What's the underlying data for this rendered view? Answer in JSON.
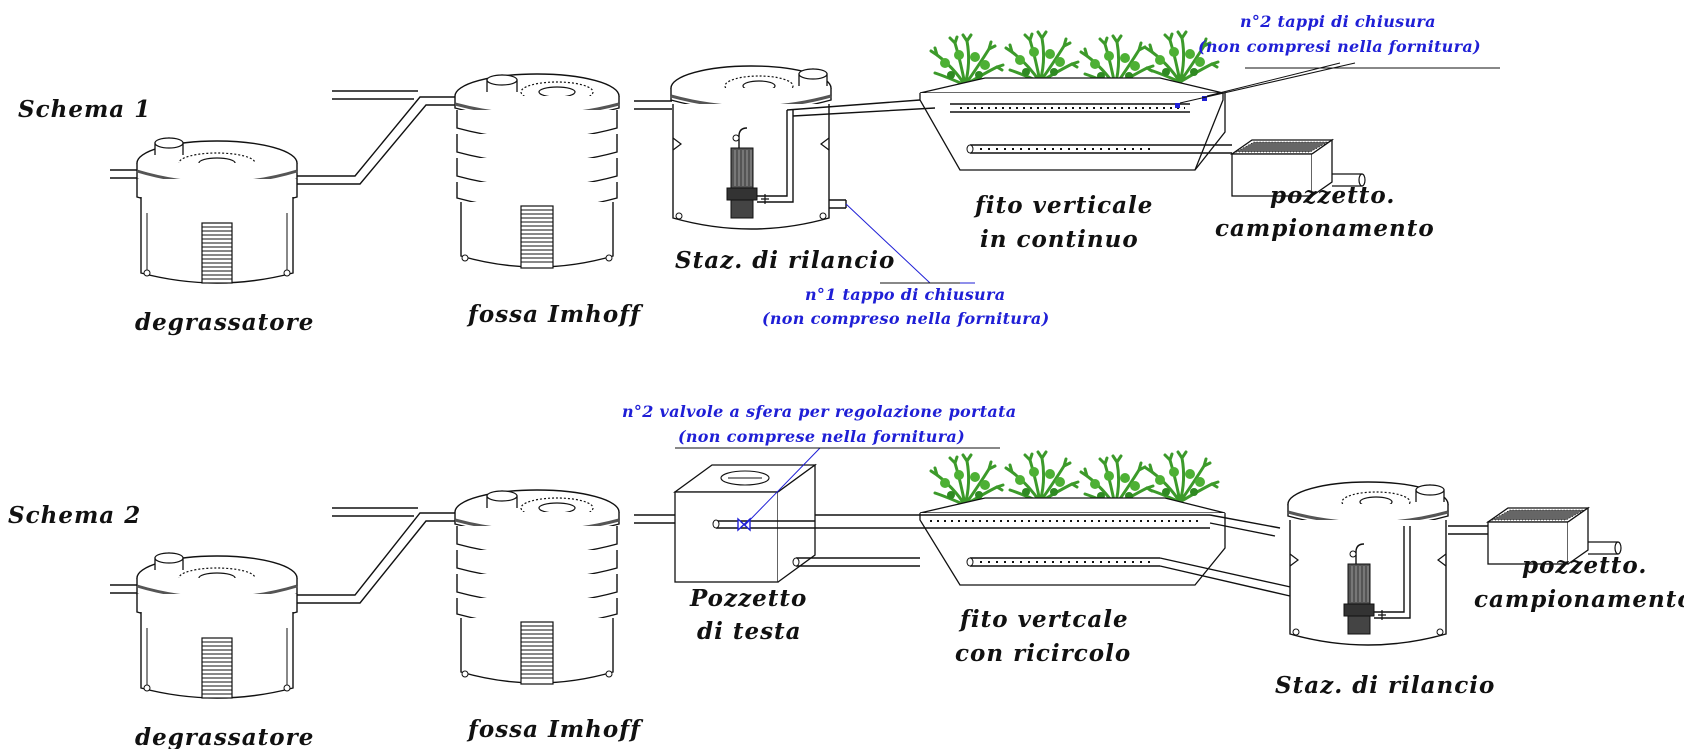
{
  "schema1": {
    "title": "Schema 1",
    "degrassatore": "degrassatore",
    "imhoff": "fossa Imhoff",
    "rilancio": "Staz. di rilancio",
    "fito_line1": "fito verticale",
    "fito_line2": "in continuo",
    "pozzetto_line1": "pozzetto.",
    "pozzetto_line2": "campionamento",
    "note_tappi_line1": "n°2 tappi di chiusura",
    "note_tappi_line2": "(non compresi nella fornitura)",
    "note_tappo_line1": "n°1 tappo di chiusura",
    "note_tappo_line2": "(non compreso nella fornitura)"
  },
  "schema2": {
    "title": "Schema 2",
    "degrassatore": "degrassatore",
    "imhoff": "fossa Imhoff",
    "testa_line1": "Pozzetto",
    "testa_line2": "di testa",
    "fito_line1": "fito vertcale",
    "fito_line2": "con ricircolo",
    "rilancio": "Staz. di rilancio",
    "pozzetto_line1": "pozzetto.",
    "pozzetto_line2": "campionamento",
    "note_valvole_line1": "n°2 valvole a sfera per regolazione portata",
    "note_valvole_line2": "(non comprese nella fornitura)"
  },
  "colors": {
    "annotation": "#1f1fd6",
    "line": "#111111",
    "plant": "#3c9a2a"
  }
}
